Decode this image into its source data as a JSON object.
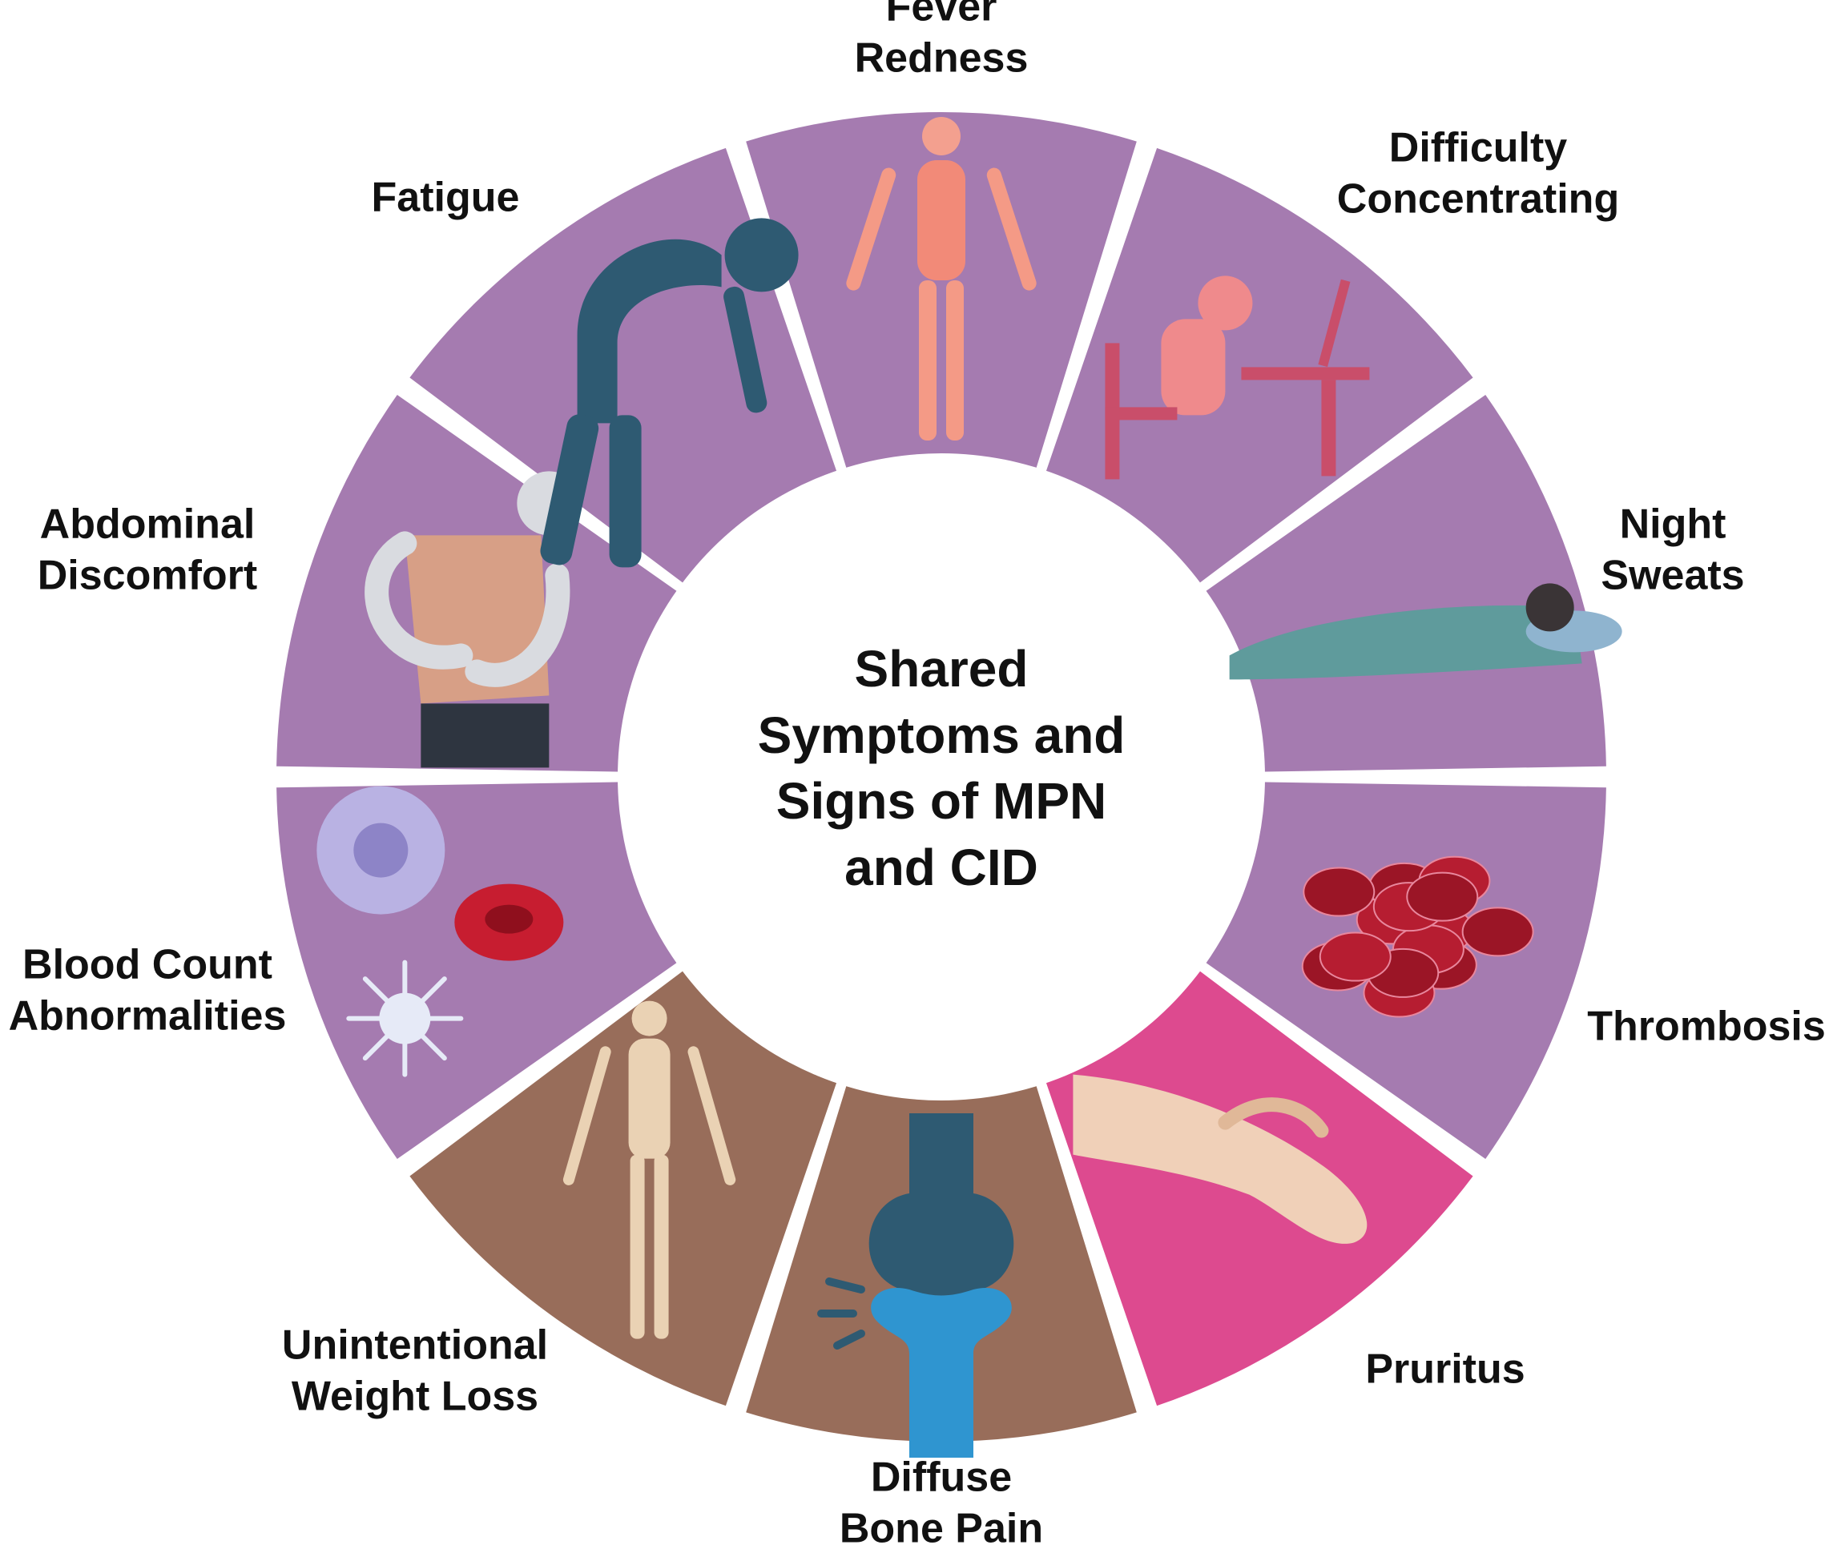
{
  "center_title": [
    "Shared",
    "Symptoms and",
    "Signs of MPN",
    "and CID"
  ],
  "colors": {
    "purple": "#A57BB0",
    "brown": "#986D5A",
    "pink": "#DD4A8F",
    "gap": "#FFFFFF",
    "center": "#FFFFFF"
  },
  "segments": [
    {
      "id": "fever-redness",
      "label": [
        "Fever",
        "Redness"
      ],
      "color": "purple",
      "icon": "human-body-heat-icon"
    },
    {
      "id": "difficulty-concentrating",
      "label": [
        "Difficulty",
        "Concentrating"
      ],
      "color": "purple",
      "icon": "person-at-desk-icon"
    },
    {
      "id": "night-sweats",
      "label": [
        "Night",
        "Sweats"
      ],
      "color": "purple",
      "icon": "person-sleeping-icon"
    },
    {
      "id": "thrombosis",
      "label": [
        "Thrombosis"
      ],
      "color": "purple",
      "icon": "blood-clot-icon"
    },
    {
      "id": "pruritus",
      "label": [
        "Pruritus"
      ],
      "color": "pink",
      "icon": "scratching-hand-icon"
    },
    {
      "id": "diffuse-bone-pain",
      "label": [
        "Diffuse",
        "Bone Pain"
      ],
      "color": "brown",
      "icon": "knee-joint-icon"
    },
    {
      "id": "unintentional-weight-loss",
      "label": [
        "Unintentional",
        "Weight Loss"
      ],
      "color": "brown",
      "icon": "thin-body-icon"
    },
    {
      "id": "blood-count-abnormalities",
      "label": [
        "Blood Count",
        "Abnormalities"
      ],
      "color": "purple",
      "icon": "blood-cells-icon"
    },
    {
      "id": "abdominal-discomfort",
      "label": [
        "Abdominal",
        "Discomfort"
      ],
      "color": "purple",
      "icon": "person-holding-stomach-icon"
    },
    {
      "id": "fatigue",
      "label": [
        "Fatigue"
      ],
      "color": "purple",
      "icon": "tired-person-icon"
    }
  ]
}
